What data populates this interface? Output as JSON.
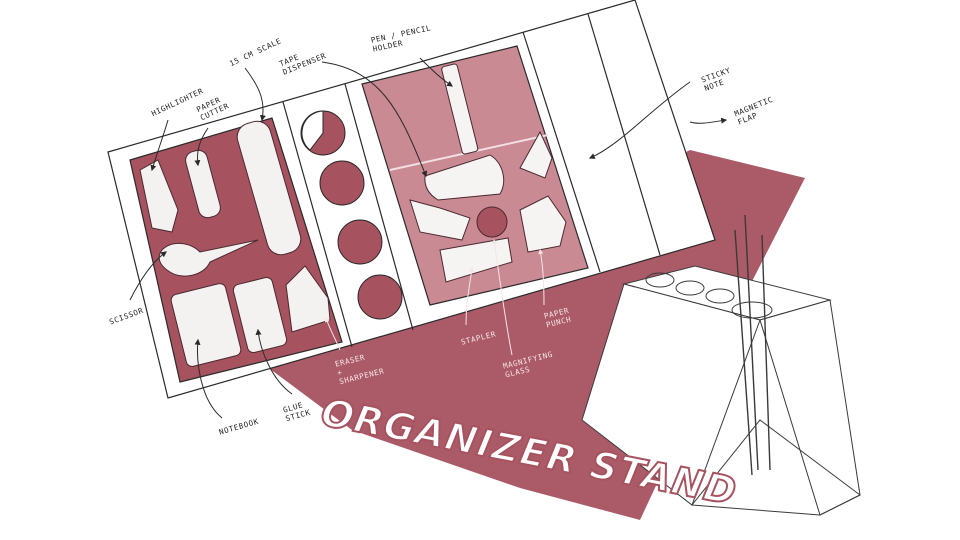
{
  "title": "ORGANIZER STAND",
  "colors": {
    "accent": "#a6525f",
    "accent_light": "#c98a94",
    "ink": "#2a2a2a",
    "paper": "#ffffff"
  },
  "labels": {
    "highlighter": "HIGHLIGHTER",
    "paper_cutter": "PAPER\nCUTTER",
    "scale": "15 cm SCALE",
    "tape_dispenser": "TAPE\nDISPENSER",
    "pen_pencil_holder": "PEN / PENCIL\nHOLDER",
    "sticky_note": "STICKY\nNOTE",
    "magnetic_flap": "MAGNETIC\nFLAP",
    "scissor": "SCISSOR",
    "notebook": "NOTEBOOK",
    "glue_stick": "GLUE\nSTICK",
    "eraser_sharpener": "ERASER\n+\nSHARPENER",
    "stapler": "STAPLER",
    "magnifying_glass": "MAGNIFYING\nGLASS",
    "paper_punch": "PAPER\nPUNCH"
  }
}
